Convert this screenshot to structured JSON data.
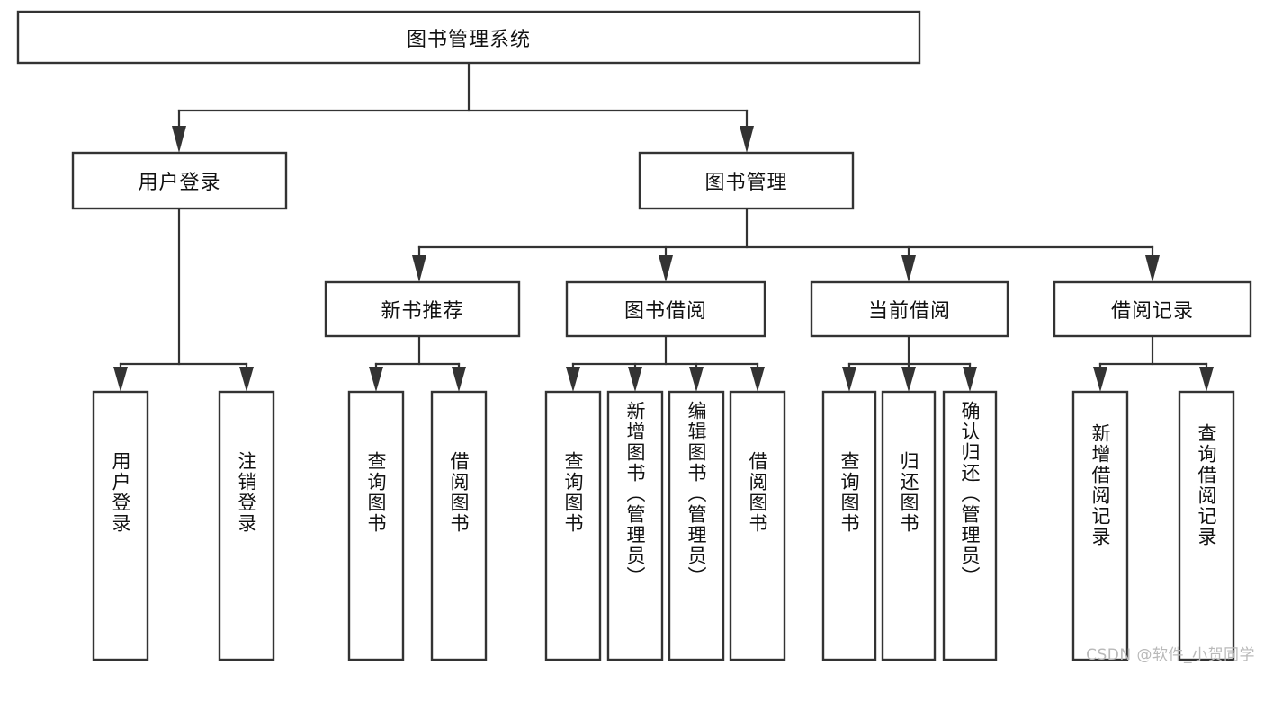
{
  "diagram": {
    "title": "图书管理系统",
    "type": "tree-hierarchy-diagram",
    "watermark": "CSDN @软件_小贺同学",
    "colors": {
      "box_stroke": "#333333",
      "box_fill": "#ffffff",
      "text": "#111111",
      "connector": "#333333",
      "watermark": "#b9b9b9",
      "background": "#ffffff"
    },
    "levels": {
      "root": "图书管理系统",
      "level2": [
        "用户登录",
        "图书管理"
      ],
      "level3": [
        "新书推荐",
        "图书借阅",
        "当前借阅",
        "借阅记录"
      ]
    }
  },
  "nodes": {
    "root": {
      "label": "图书管理系统"
    },
    "user_login": {
      "label": "用户登录"
    },
    "book_manage": {
      "label": "图书管理"
    },
    "new_book_rec": {
      "label": "新书推荐"
    },
    "book_borrow": {
      "label": "图书借阅"
    },
    "current_borrow": {
      "label": "当前借阅"
    },
    "borrow_record": {
      "label": "借阅记录"
    },
    "leaf_user_login": {
      "label": "用户登录"
    },
    "leaf_logout": {
      "label": "注销登录"
    },
    "leaf_query_book_1": {
      "label": "查询图书"
    },
    "leaf_borrow_book_1": {
      "label": "借阅图书"
    },
    "leaf_query_book_2": {
      "label": "查询图书"
    },
    "leaf_add_book_admin": {
      "label": "新增图书（管理员）"
    },
    "leaf_edit_book_admin": {
      "label": "编辑图书（管理员）"
    },
    "leaf_borrow_book_2": {
      "label": "借阅图书"
    },
    "leaf_query_book_3": {
      "label": "查询图书"
    },
    "leaf_return_book": {
      "label": "归还图书"
    },
    "leaf_confirm_return_admin": {
      "label": "确认归还（管理员）"
    },
    "leaf_add_borrow_record": {
      "label": "新增借阅记录"
    },
    "leaf_query_borrow_record": {
      "label": "查询借阅记录"
    }
  },
  "tree": {
    "label": "图书管理系统",
    "children": [
      {
        "label": "用户登录",
        "children": [
          {
            "label": "用户登录"
          },
          {
            "label": "注销登录"
          }
        ]
      },
      {
        "label": "图书管理",
        "children": [
          {
            "label": "新书推荐",
            "children": [
              {
                "label": "查询图书"
              },
              {
                "label": "借阅图书"
              }
            ]
          },
          {
            "label": "图书借阅",
            "children": [
              {
                "label": "查询图书"
              },
              {
                "label": "新增图书（管理员）"
              },
              {
                "label": "编辑图书（管理员）"
              },
              {
                "label": "借阅图书"
              }
            ]
          },
          {
            "label": "当前借阅",
            "children": [
              {
                "label": "查询图书"
              },
              {
                "label": "归还图书"
              },
              {
                "label": "确认归还（管理员）"
              }
            ]
          },
          {
            "label": "借阅记录",
            "children": [
              {
                "label": "新增借阅记录"
              },
              {
                "label": "查询借阅记录"
              }
            ]
          }
        ]
      }
    ]
  }
}
